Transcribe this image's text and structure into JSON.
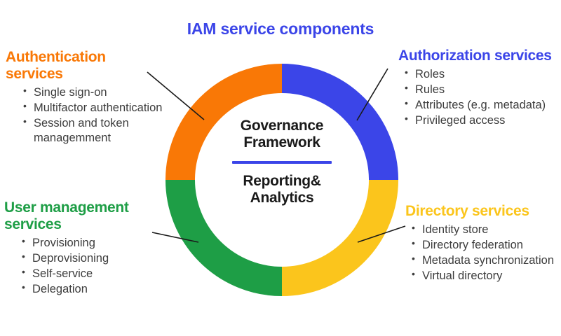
{
  "title": "IAM service components",
  "colors": {
    "authentication": "#F97806",
    "authorization": "#3B45E8",
    "user_management": "#1E9E46",
    "directory": "#FBC51C",
    "title": "#3B45E8",
    "divider": "#3B45E8",
    "center_text": "#1a1a1a",
    "bullet_text": "#3c3c3c",
    "connector": "#1a1a1a",
    "background": "#ffffff"
  },
  "center": {
    "line1": "Governance",
    "line2": "Framework",
    "line3": "Reporting&",
    "line4": "Analytics"
  },
  "chart_data": {
    "type": "pie",
    "title": "IAM service components",
    "legend_position": "callouts",
    "slices": [
      {
        "label": "Authorization services",
        "value": 25,
        "color": "#3B45E8",
        "position": "top-right"
      },
      {
        "label": "Directory services",
        "value": 25,
        "color": "#FBC51C",
        "position": "bottom-right"
      },
      {
        "label": "User management services",
        "value": 25,
        "color": "#1E9E46",
        "position": "bottom-left"
      },
      {
        "label": "Authentication services",
        "value": 25,
        "color": "#F97806",
        "position": "top-left"
      }
    ]
  },
  "callouts": {
    "authentication": {
      "heading": "Authentication services",
      "items": [
        "Single sign-on",
        "Multifactor authentication",
        "Session and token managemment"
      ]
    },
    "authorization": {
      "heading": "Authorization services",
      "items": [
        "Roles",
        "Rules",
        "Attributes (e.g. metadata)",
        "Privileged access"
      ]
    },
    "user_management": {
      "heading": "User management services",
      "items": [
        "Provisioning",
        "Deprovisioning",
        "Self-service",
        "Delegation"
      ]
    },
    "directory": {
      "heading": "Directory services",
      "items": [
        "Identity store",
        "Directory federation",
        "Metadata synchronization",
        "Virtual directory"
      ]
    }
  }
}
